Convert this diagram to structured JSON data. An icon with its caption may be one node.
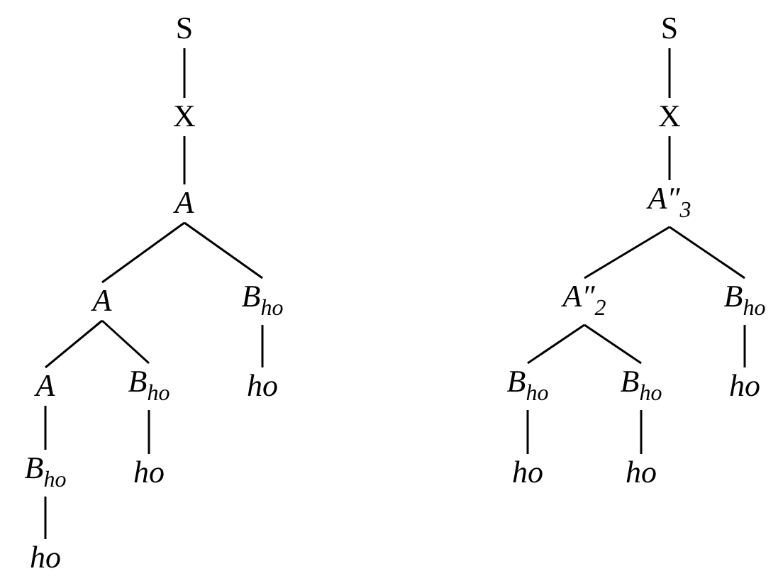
{
  "diagram": {
    "nodes": [
      {
        "text": [
          "S"
        ]
      },
      {
        "text": [
          "X"
        ]
      },
      {
        "text": [
          "A"
        ]
      },
      {
        "text": [
          "A"
        ]
      },
      {
        "text": [
          "B$_{ho}$"
        ]
      },
      {
        "text": [
          "ho"
        ]
      },
      {
        "text": [
          "A"
        ]
      },
      {
        "text": [
          "B$_{ho}$"
        ]
      },
      {
        "text": [
          "B$_{ho}$"
        ]
      },
      {
        "text": [
          "ho"
        ]
      },
      {
        "text": [
          "ho"
        ]
      },
      {
        "text": [
          "S"
        ]
      },
      {
        "text": [
          "X"
        ]
      },
      {
        "text": [
          "A″$_{3}$"
        ]
      },
      {
        "text": [
          "A″$_{2}$"
        ]
      },
      {
        "text": [
          "B$_{ho}$"
        ]
      },
      {
        "text": [
          "ho"
        ]
      },
      {
        "text": [
          "B$_{ho}$"
        ]
      },
      {
        "text": [
          "B$_{ho}$"
        ]
      },
      {
        "text": [
          "ho"
        ]
      },
      {
        "text": [
          "ho"
        ]
      }
    ],
    "edges": [
      {
        "from": 0,
        "to": 1,
        "arrow": "none"
      },
      {
        "from": 1,
        "to": 2,
        "arrow": "none"
      },
      {
        "from": 2,
        "to": 3,
        "arrow": "none"
      },
      {
        "from": 2,
        "to": 4,
        "arrow": "none"
      },
      {
        "from": 4,
        "to": 5,
        "arrow": "none"
      },
      {
        "from": 3,
        "to": 6,
        "arrow": "none"
      },
      {
        "from": 3,
        "to": 7,
        "arrow": "none"
      },
      {
        "from": 6,
        "to": 8,
        "arrow": "none"
      },
      {
        "from": 7,
        "to": 9,
        "arrow": "none"
      },
      {
        "from": 8,
        "to": 10,
        "arrow": "none"
      },
      {
        "from": 11,
        "to": 12,
        "arrow": "none"
      },
      {
        "from": 12,
        "to": 13,
        "arrow": "none"
      },
      {
        "from": 13,
        "to": 14,
        "arrow": "none"
      },
      {
        "from": 13,
        "to": 15,
        "arrow": "none"
      },
      {
        "from": 15,
        "to": 16,
        "arrow": "none"
      },
      {
        "from": 14,
        "to": 17,
        "arrow": "none"
      },
      {
        "from": 14,
        "to": 18,
        "arrow": "none"
      },
      {
        "from": 17,
        "to": 19,
        "arrow": "none"
      },
      {
        "from": 18,
        "to": 20,
        "arrow": "none"
      }
    ]
  }
}
